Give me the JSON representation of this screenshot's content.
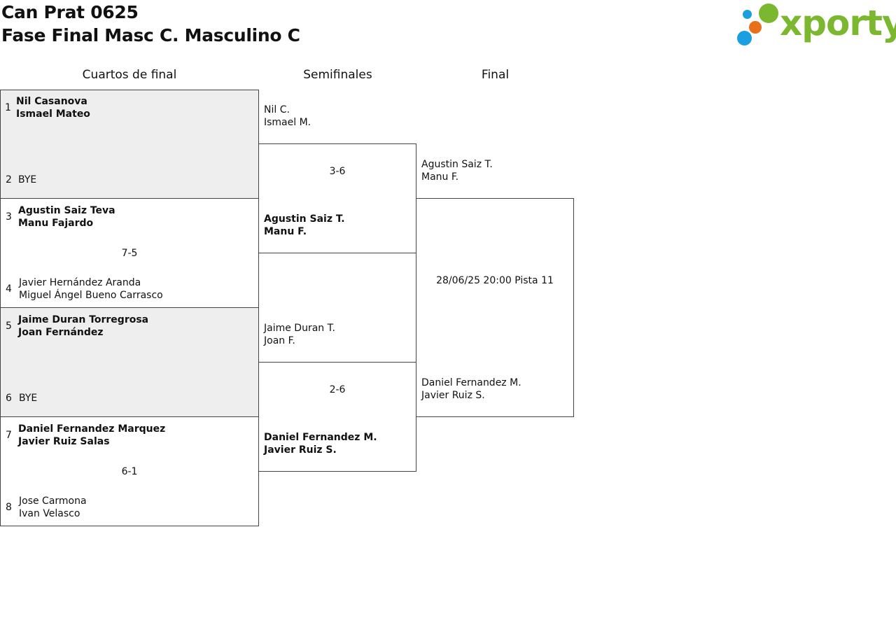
{
  "header": {
    "club": "Can Prat 0625",
    "phase": "Fase Final Masc C. Masculino C",
    "logo_text": "xporty",
    "brand_color": "#7cb82f",
    "logo_dot_colors": [
      "#7cb82f",
      "#1aa0e0",
      "#e8701a"
    ]
  },
  "columns": {
    "quarters": "Cuartos de final",
    "semis": "Semifinales",
    "final": "Final"
  },
  "quarters": [
    {
      "seed_a": "1",
      "a1": "Nil Casanova",
      "a2": "Ismael Mateo",
      "seed_b": "2",
      "b1": "BYE",
      "b2": "",
      "score": ""
    },
    {
      "seed_a": "3",
      "a1": "Agustin Saiz Teva",
      "a2": "Manu Fajardo",
      "seed_b": "4",
      "b1": "Javier Hernández Aranda",
      "b2": "Miguel Ángel Bueno Carrasco",
      "score": "7-5"
    },
    {
      "seed_a": "5",
      "a1": "Jaime Duran Torregrosa",
      "a2": "Joan Fernández",
      "seed_b": "6",
      "b1": "BYE",
      "b2": "",
      "score": ""
    },
    {
      "seed_a": "7",
      "a1": "Daniel Fernandez Marquez",
      "a2": "Javier Ruiz Salas",
      "seed_b": "8",
      "b1": "Jose Carmona",
      "b2": "Ivan Velasco",
      "score": "6-1"
    }
  ],
  "semis": [
    {
      "top1": "Nil C.",
      "top2": "Ismael M.",
      "score": "3-6",
      "bot1": "Agustin Saiz T.",
      "bot2": "Manu F."
    },
    {
      "top1": "Jaime Duran T.",
      "top2": "Joan F.",
      "score": "2-6",
      "bot1": "Daniel Fernandez M.",
      "bot2": "Javier Ruiz S."
    }
  ],
  "final": {
    "top1": "Agustin Saiz T.",
    "top2": "Manu F.",
    "info": "28/06/25 20:00 Pista 11",
    "bot1": "Daniel Fernandez M.",
    "bot2": "Javier Ruiz S."
  }
}
